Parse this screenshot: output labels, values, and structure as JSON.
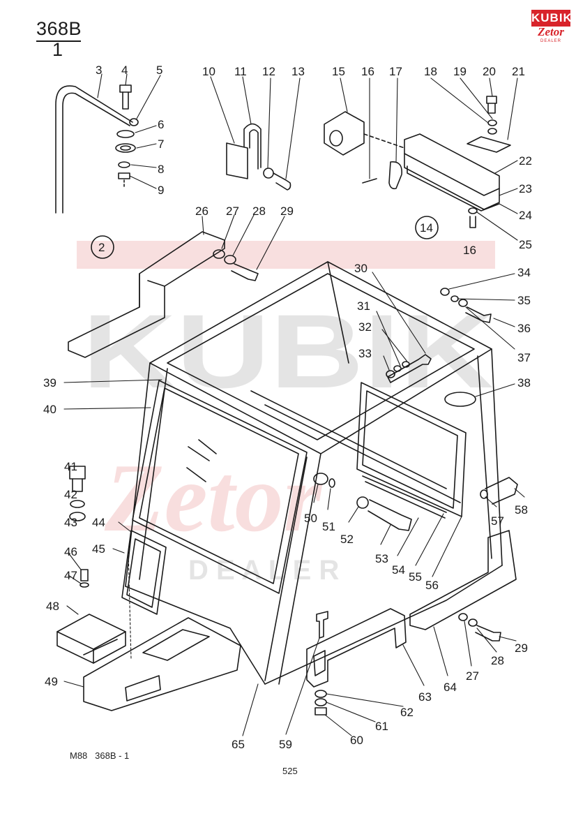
{
  "header": {
    "group_code": "368B",
    "sheet_number": "1"
  },
  "logo": {
    "brand": "KUBIK",
    "sub": "Zetor",
    "tag": "DEALER",
    "color": "#d8232a"
  },
  "watermark": {
    "brand": "KUBIK",
    "sub": "Zetor",
    "tag": "D E A L E R",
    "color": "#cfcfcf",
    "accent": "#f3c4c4"
  },
  "footer": {
    "drawing_ref": "M88   368B - 1",
    "page_number": "525"
  },
  "callouts": {
    "group_2": "2",
    "group_14": "14"
  },
  "part_labels": [
    "3",
    "4",
    "5",
    "6",
    "7",
    "8",
    "9",
    "10",
    "11",
    "12",
    "13",
    "15",
    "16",
    "17",
    "18",
    "19",
    "20",
    "21",
    "22",
    "23",
    "24",
    "25",
    "16",
    "26",
    "27",
    "28",
    "29",
    "30",
    "31",
    "32",
    "33",
    "34",
    "35",
    "36",
    "37",
    "38",
    "39",
    "40",
    "41",
    "42",
    "43",
    "44",
    "45",
    "46",
    "47",
    "48",
    "49",
    "50",
    "51",
    "52",
    "53",
    "54",
    "55",
    "56",
    "57",
    "58",
    "29",
    "28",
    "27",
    "64",
    "63",
    "62",
    "61",
    "60",
    "59",
    "65"
  ]
}
